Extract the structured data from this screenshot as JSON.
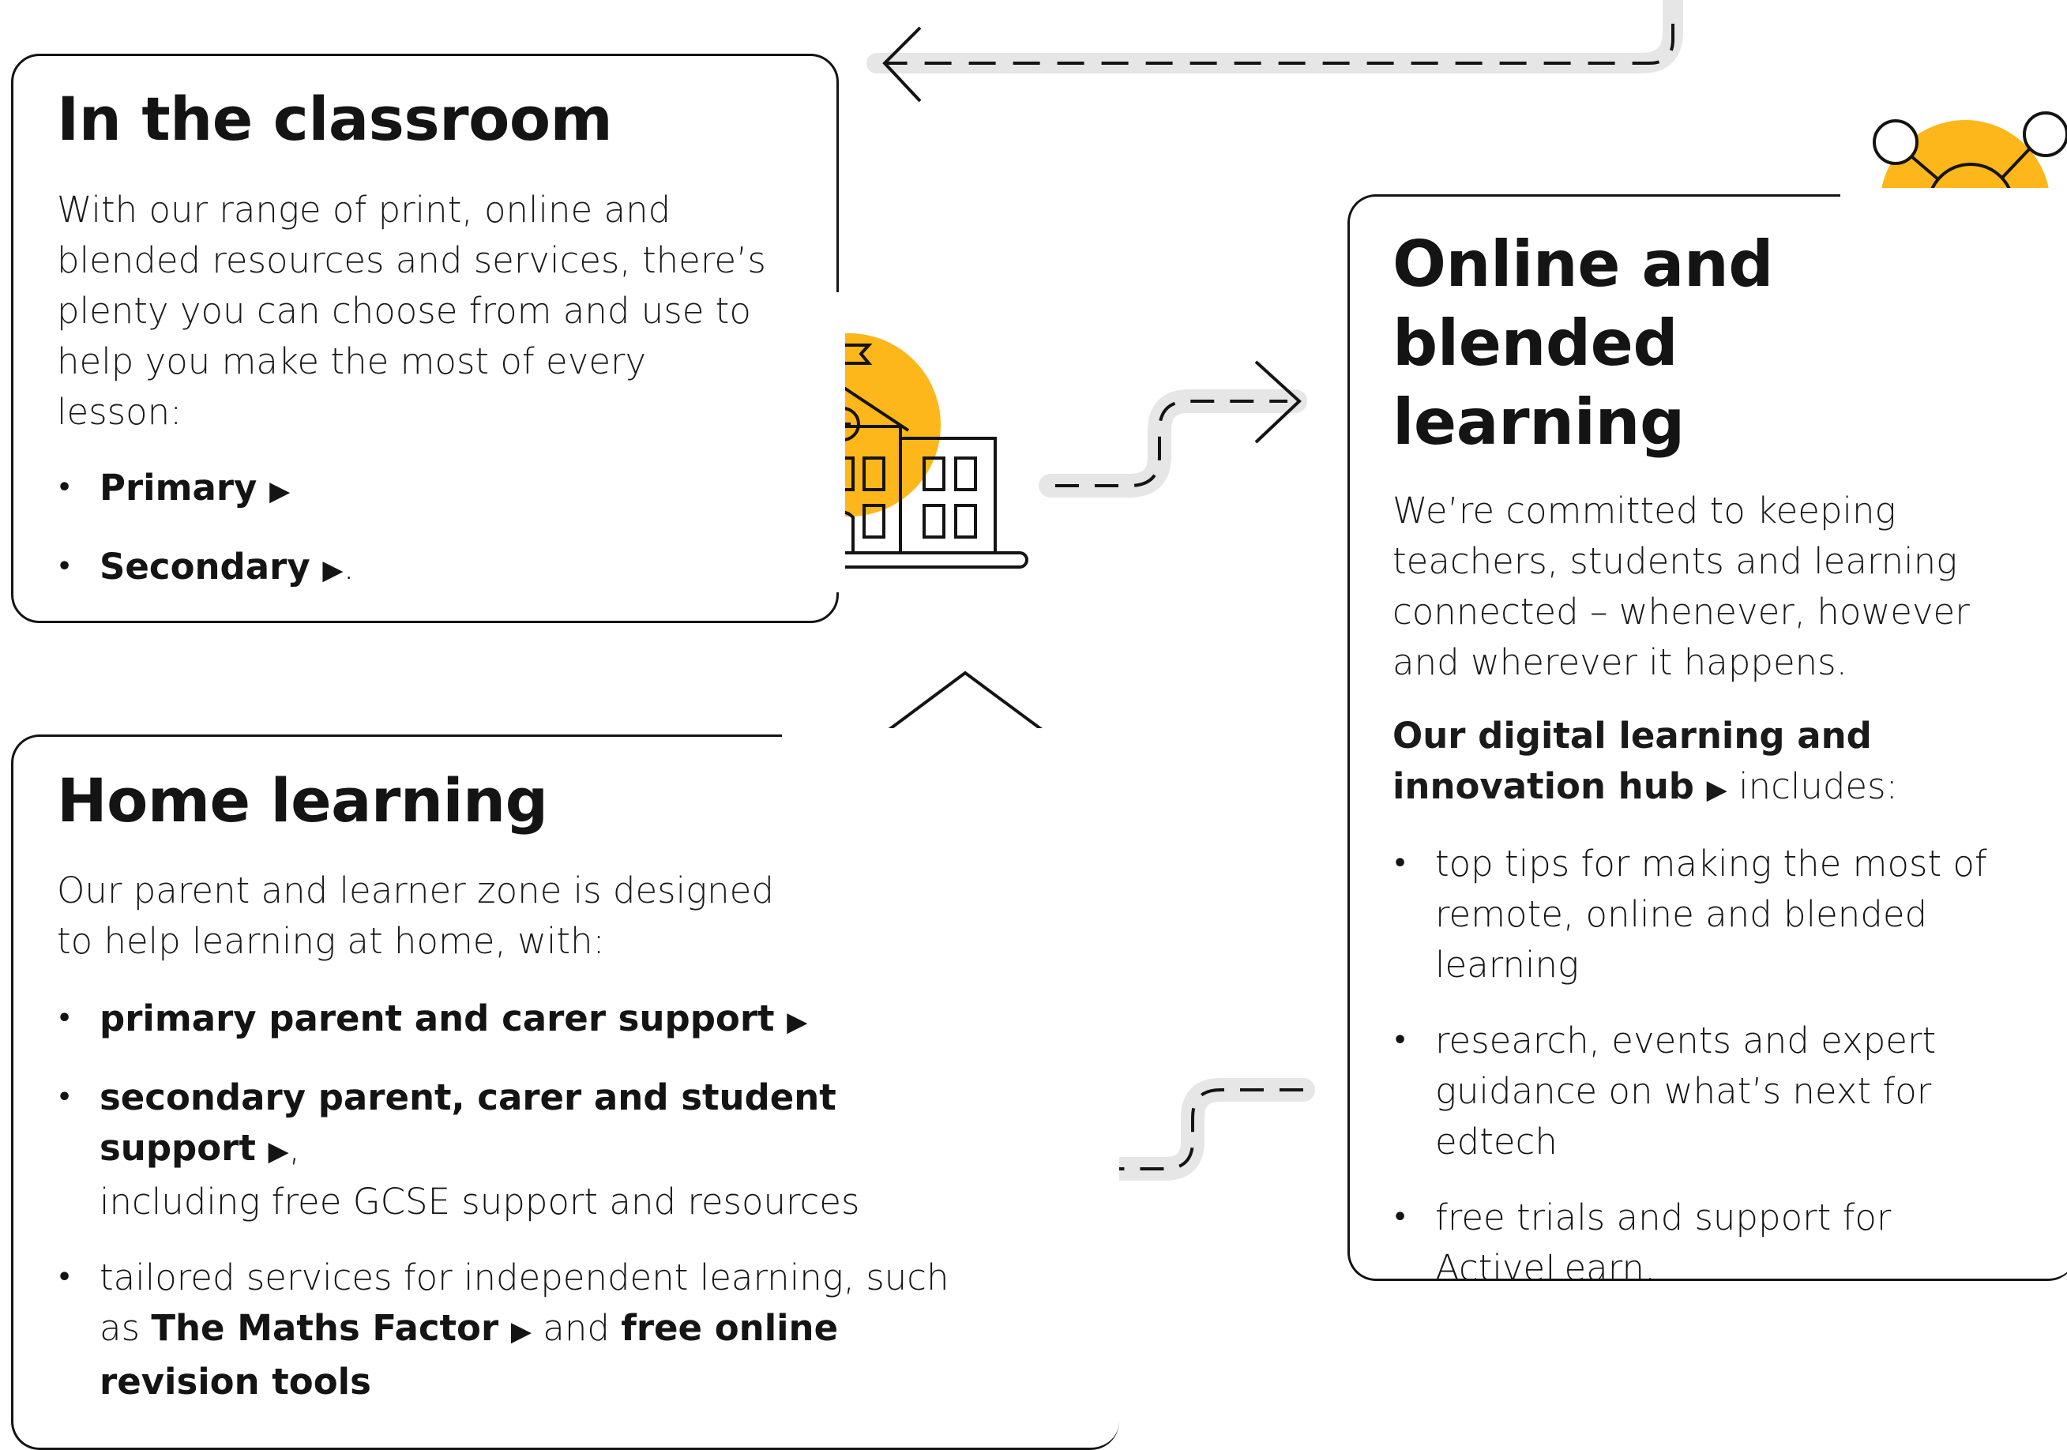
{
  "classroom": {
    "title": "In the classroom",
    "body": "With our range of print, online and blended resources and services, there’s plenty you can choose from and use to help you make the most of every lesson:",
    "items": [
      {
        "link": "Primary",
        "arrow": "▶",
        "suffix": ""
      },
      {
        "link": "Secondary",
        "arrow": "▶",
        "suffix": "."
      }
    ]
  },
  "online": {
    "title_lines": [
      "Online and",
      "blended",
      "learning"
    ],
    "body": "We’re committed to keeping teachers, students and learning connected – whenever, however and wherever it happens.",
    "hub_link": "Our digital learning and innovation hub",
    "hub_arrow": "▶",
    "hub_suffix": " includes:",
    "items": [
      "top tips for making the most of remote, online and blended learning",
      "research, events and expert guidance on what’s next for edtech",
      "free trials and support for ActiveLearn."
    ]
  },
  "home": {
    "title": "Home learning",
    "body": "Our parent and learner zone is designed to help learning at home, with:",
    "item1_link": "primary parent and carer support",
    "item2_link": "secondary parent, carer and student support",
    "item2_rest": "including free GCSE support and resources",
    "item3_pre": "tailored services for independent learning, such as ",
    "item3_link1": "The Maths Factor",
    "item3_mid": " and ",
    "item3_link2": "free online revision tools",
    "arrow": "▶"
  },
  "icons": {
    "school": "school-building-icon",
    "tablet": "tablet-network-icon",
    "home": "house-phone-wifi-icon"
  },
  "colors": {
    "accent": "#FDB71A",
    "ink": "#141414",
    "path": "#E6E6E6"
  }
}
